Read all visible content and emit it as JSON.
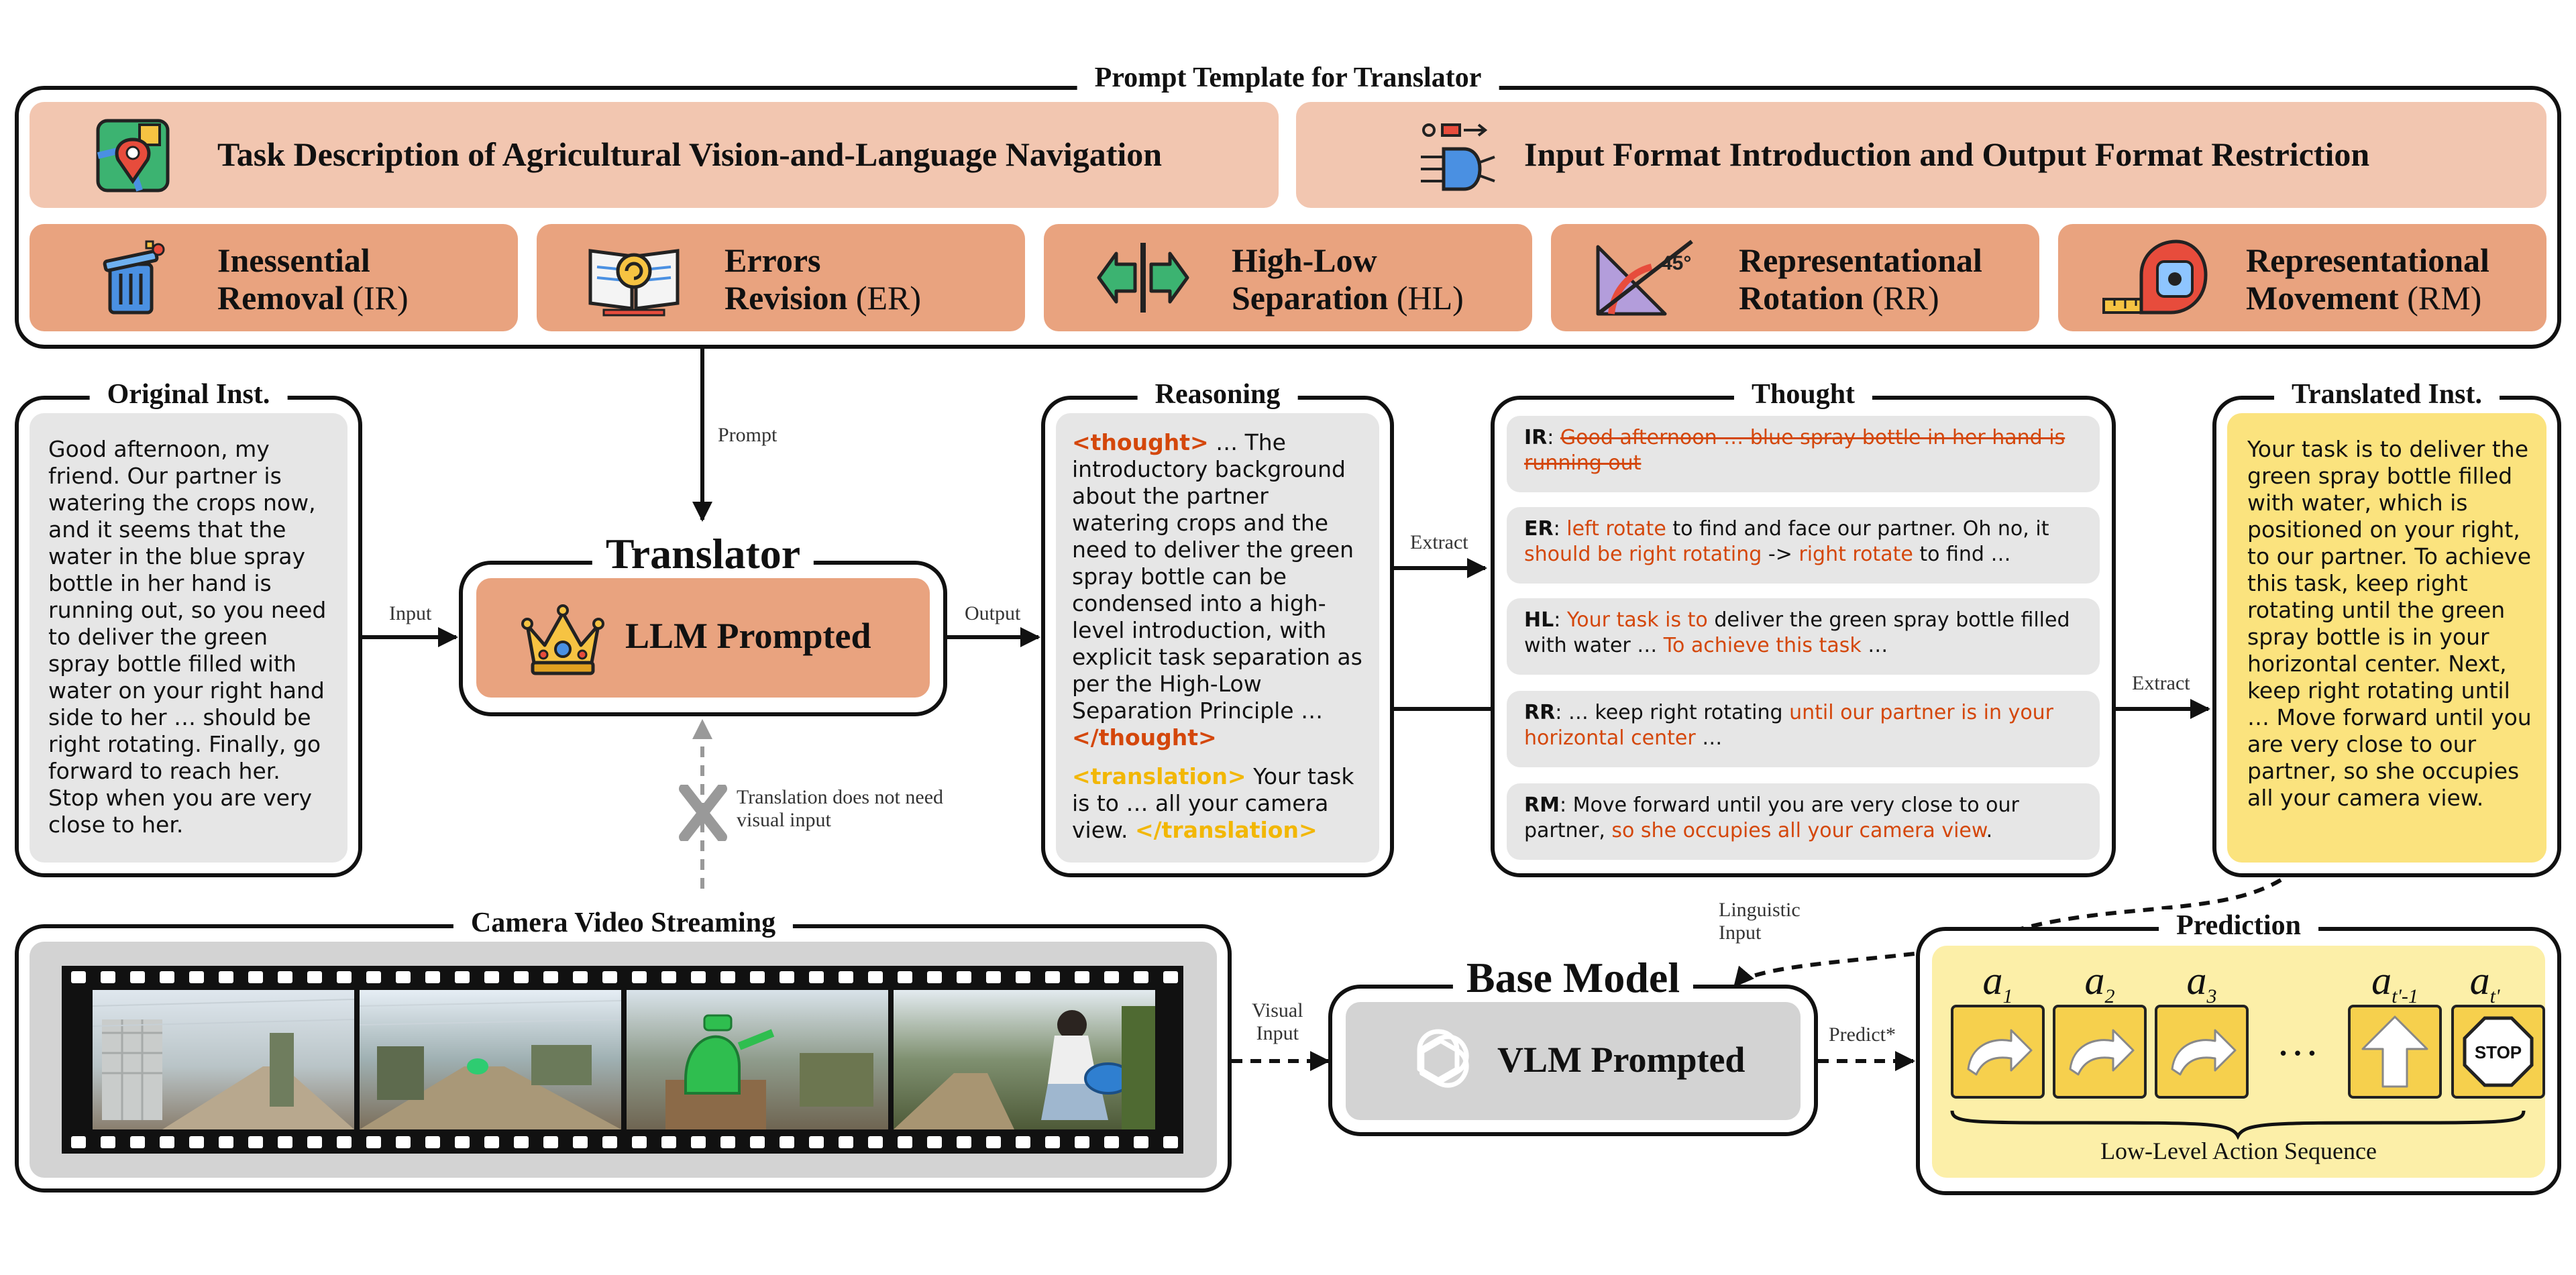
{
  "prompt_template": {
    "title": "Prompt Template for Translator",
    "task_description": "Task Description of Agricultural Vision-and-Language Navigation",
    "io_format": "Input Format Introduction and Output Format Restriction",
    "principles": [
      {
        "line1": "Inessential",
        "line2": "Removal",
        "abbr": "(IR)",
        "icon": "trash-icon"
      },
      {
        "line1": "Errors",
        "line2": "Revision",
        "abbr": "(ER)",
        "icon": "book-icon"
      },
      {
        "line1": "High-Low",
        "line2": "Separation",
        "abbr": "(HL)",
        "icon": "split-arrows-icon"
      },
      {
        "line1": "Representational",
        "line2": "Rotation",
        "abbr": "(RR)",
        "icon": "protractor-icon"
      },
      {
        "line1": "Representational",
        "line2": "Movement",
        "abbr": "(RM)",
        "icon": "tape-measure-icon"
      }
    ]
  },
  "original": {
    "title": "Original Inst.",
    "text": "Good afternoon, my friend. Our partner is watering the crops now, and it seems that the water in the blue spray bottle in her hand is running out, so you need to deliver the green spray bottle filled with water on your right hand side to her … should be right rotating. Finally, go forward to reach her. Stop when you are very close to her."
  },
  "translator": {
    "title": "Translator",
    "llm_label": "LLM Prompted",
    "prompt_label": "Prompt",
    "input_label": "Input",
    "output_label": "Output",
    "no_visual_note_1": "Translation does not need",
    "no_visual_note_2": "visual input"
  },
  "reasoning": {
    "title": "Reasoning",
    "thought_open": "<thought>",
    "thought_text": " … The introductory background about the partner watering crops and the need to deliver the green spray bottle can be condensed into a high-level introduction, with explicit task separation as per the High-Low Separation Principle … ",
    "thought_close": "</thought>",
    "translation_open": "<translation>",
    "translation_text": " Your task is to … all your camera view. ",
    "translation_close": "</translation>"
  },
  "extract_label": "Extract",
  "thought": {
    "title": "Thought",
    "ir": {
      "key": "IR",
      "strike": "Good afternoon … blue spray bottle in her hand is running out"
    },
    "er": {
      "key": "ER",
      "hl1": "left rotate",
      "t1": " to find and face our partner. Oh no, it ",
      "hl2": "should be right rotating",
      "t2": " -> ",
      "hl3": "right rotate",
      "t3": " to find …"
    },
    "hlrow": {
      "key": "HL",
      "hl1": "Your task is to",
      "t1": " deliver the green spray bottle filled with water … ",
      "hl2": "To achieve this task",
      "t2": " …"
    },
    "rr": {
      "key": "RR",
      "t1": " … keep right rotating ",
      "hl1": "until our partner is in your horizontal center",
      "t2": " …"
    },
    "rm": {
      "key": "RM",
      "t1": " Move forward until you are very close to our partner, ",
      "hl1": "so she occupies all your camera view",
      "t2": "."
    }
  },
  "translated": {
    "title": "Translated Inst.",
    "text": "Your task is to deliver the green spray bottle filled with water, which is positioned on your right, to our partner. To achieve this task, keep right rotating until the green spray bottle is in your horizontal center. Next, keep right rotating until … Move forward until you are very close to our partner, so she occupies all your camera view."
  },
  "camera": {
    "title": "Camera Video Streaming",
    "visual_input_1": "Visual",
    "visual_input_2": "Input"
  },
  "base_model": {
    "title": "Base Model",
    "vlm_label": "VLM Prompted",
    "linguistic_1": "Linguistic",
    "linguistic_2": "Input",
    "predict_label": "Predict*"
  },
  "prediction": {
    "title": "Prediction",
    "ellipsis": "…",
    "caption": "Low-Level Action Sequence",
    "actions": [
      {
        "name": "a",
        "sub": "1",
        "icon": "turn-right-icon"
      },
      {
        "name": "a",
        "sub": "2",
        "icon": "turn-right-icon"
      },
      {
        "name": "a",
        "sub": "3",
        "icon": "turn-right-icon"
      },
      {
        "name": "a",
        "sub": "t'-1",
        "icon": "forward-arrow-icon"
      },
      {
        "name": "a",
        "sub": "t'",
        "icon": "stop-icon",
        "stop_text": "STOP"
      }
    ]
  },
  "colors": {
    "tile_light": "#f2c6b0",
    "tile_dark": "#e9a37f",
    "highlight_orange": "#d4470b",
    "highlight_yellow": "#f2b705",
    "translated_bg": "#fbe37e",
    "prediction_bg": "#fcefa8",
    "action_bg": "#f6d04d"
  }
}
